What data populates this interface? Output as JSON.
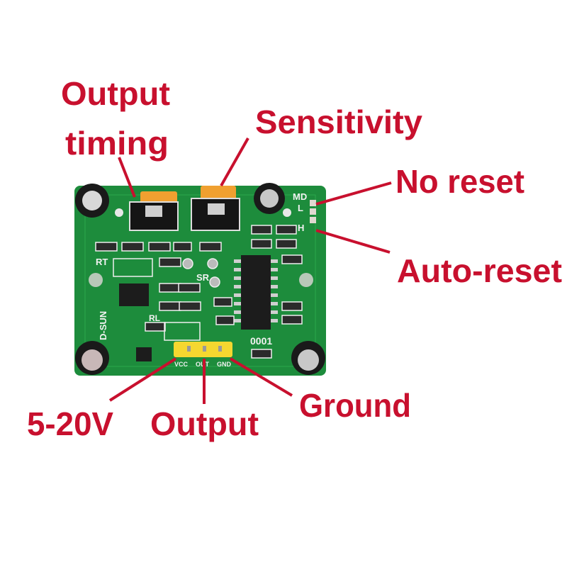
{
  "labels": {
    "output_timing_line1": "Output",
    "output_timing_line2": "timing",
    "sensitivity": "Sensitivity",
    "no_reset": "No reset",
    "auto_reset": "Auto-reset",
    "vcc": "5-20V",
    "output": "Output",
    "ground": "Ground"
  },
  "board": {
    "md": "MD",
    "l": "L",
    "h": "H",
    "rt": "RT",
    "sr": "SR",
    "brand": "D-SUN",
    "rl": "RL",
    "code": "0001",
    "pin_vcc": "VCC",
    "pin_out": "OUT",
    "pin_gnd": "GND"
  },
  "colors": {
    "label": "#c8102e",
    "pcb": "#1d8c3c",
    "trimmer": "#f0a030",
    "header": "#f5d730"
  }
}
